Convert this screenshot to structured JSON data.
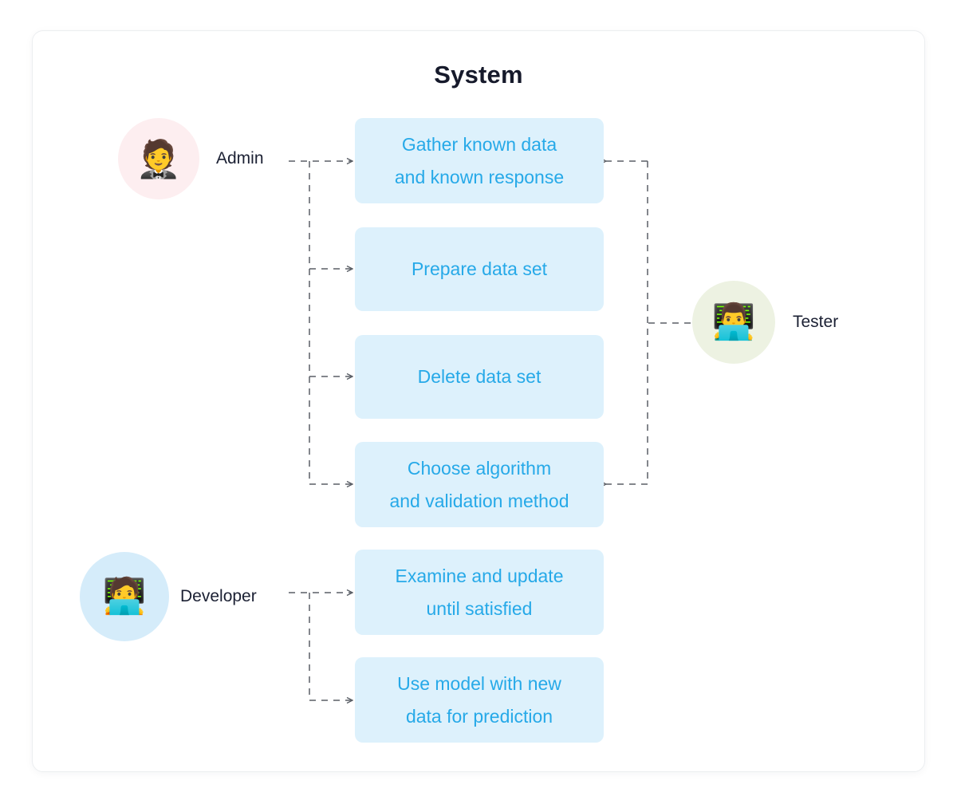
{
  "diagram": {
    "title": "System",
    "accent_text_color": "#26a9e8",
    "usecase_fill_color": "#ddf1fc",
    "title_color": "#161a2b",
    "connector_color": "#5a5f66",
    "connector_style": "dashed-arrow"
  },
  "actors": [
    {
      "id": "admin",
      "label": "Admin",
      "icon": "man-in-suit-icon",
      "glyph": "🤵",
      "circle_color": "#fdeef0",
      "position": "left-top"
    },
    {
      "id": "developer",
      "label": "Developer",
      "icon": "technologist-coding-icon",
      "glyph": "🧑‍💻",
      "circle_color": "#d5ecfa",
      "position": "left-bottom"
    },
    {
      "id": "tester",
      "label": "Tester",
      "icon": "man-technologist-icon",
      "glyph": "👨‍💻",
      "circle_color": "#edf2e2",
      "position": "right-middle"
    }
  ],
  "usecases": [
    {
      "id": "gather",
      "line1": "Gather known data",
      "line2": "and known response"
    },
    {
      "id": "prepare",
      "line1": "Prepare data set",
      "line2": ""
    },
    {
      "id": "delete",
      "line1": "Delete data set",
      "line2": ""
    },
    {
      "id": "choose",
      "line1": "Choose algorithm",
      "line2": "and validation method"
    },
    {
      "id": "examine",
      "line1": "Examine and update",
      "line2": "until satisfied"
    },
    {
      "id": "usemodel",
      "line1": "Use model with new",
      "line2": "data for prediction"
    }
  ],
  "associations": [
    {
      "from": "admin",
      "to": "gather"
    },
    {
      "from": "admin",
      "to": "prepare"
    },
    {
      "from": "admin",
      "to": "delete"
    },
    {
      "from": "admin",
      "to": "choose"
    },
    {
      "from": "tester",
      "to": "gather"
    },
    {
      "from": "tester",
      "to": "choose"
    },
    {
      "from": "developer",
      "to": "examine"
    },
    {
      "from": "developer",
      "to": "usemodel"
    }
  ]
}
